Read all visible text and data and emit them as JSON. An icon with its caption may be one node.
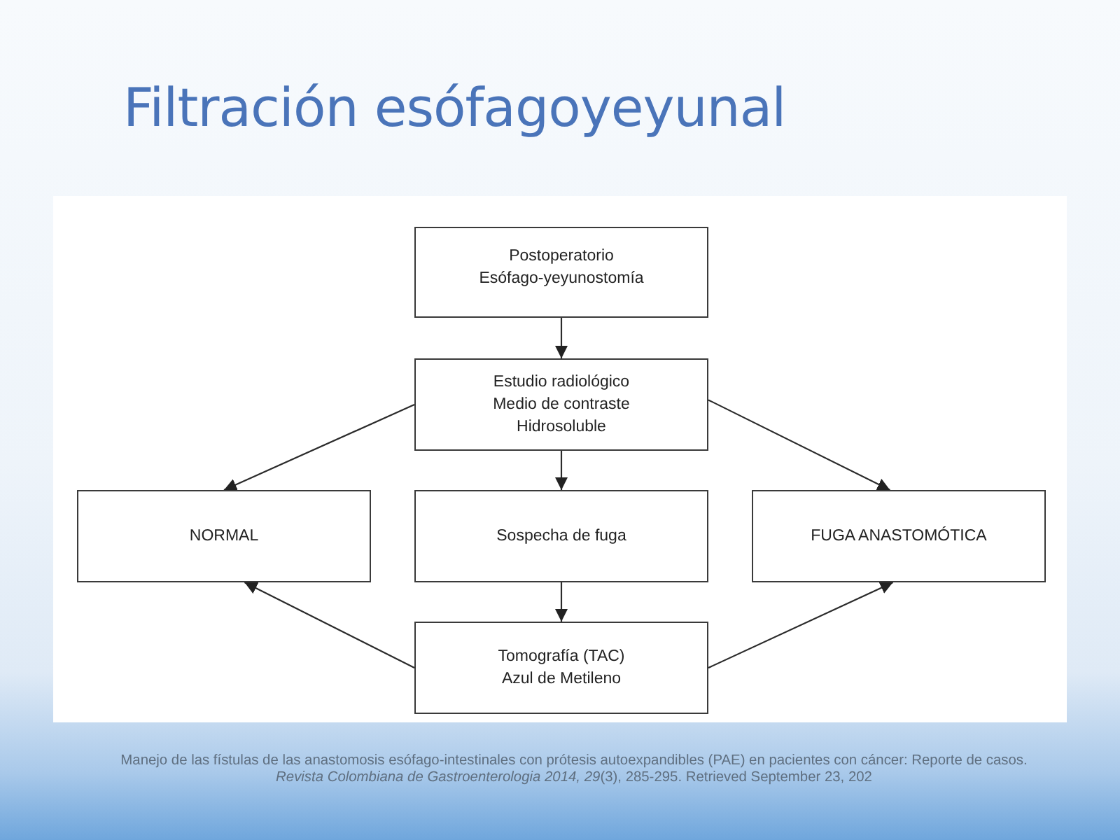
{
  "diagram": {
    "title": "Filtración esófagoyeyunal",
    "caption": "Manejo de las fístulas de las anastomosis esófago-intestinales con prótesis autoexpandibles (PAE) en pacientes con cáncer: Reporte de casos. *Revista Colombiana de Gastroenterologia 2014,* *29*(3), 285-295.  Retrieved September 23, 202",
    "nodes": [
      {
        "text": [
          "Postoperatorio",
          "Esófago-yeyunostomía"
        ]
      },
      {
        "text": [
          "Estudio radiológico",
          "Medio de contraste",
          "Hidrosoluble"
        ]
      },
      {
        "text": [
          "NORMAL"
        ]
      },
      {
        "text": [
          "Sospecha de fuga"
        ]
      },
      {
        "text": [
          "FUGA ANASTOMÓTICA"
        ]
      },
      {
        "text": [
          "Tomografía (TAC)",
          "Azul de Metileno"
        ]
      }
    ],
    "edges": [
      {
        "from": 0,
        "to": 1,
        "arrow": "to"
      },
      {
        "from": 1,
        "to": 2,
        "arrow": "to"
      },
      {
        "from": 1,
        "to": 3,
        "arrow": "to"
      },
      {
        "from": 1,
        "to": 4,
        "arrow": "to"
      },
      {
        "from": 3,
        "to": 5,
        "arrow": "to"
      },
      {
        "from": 5,
        "to": 2,
        "arrow": "to"
      },
      {
        "from": 5,
        "to": 4,
        "arrow": "to"
      }
    ]
  }
}
